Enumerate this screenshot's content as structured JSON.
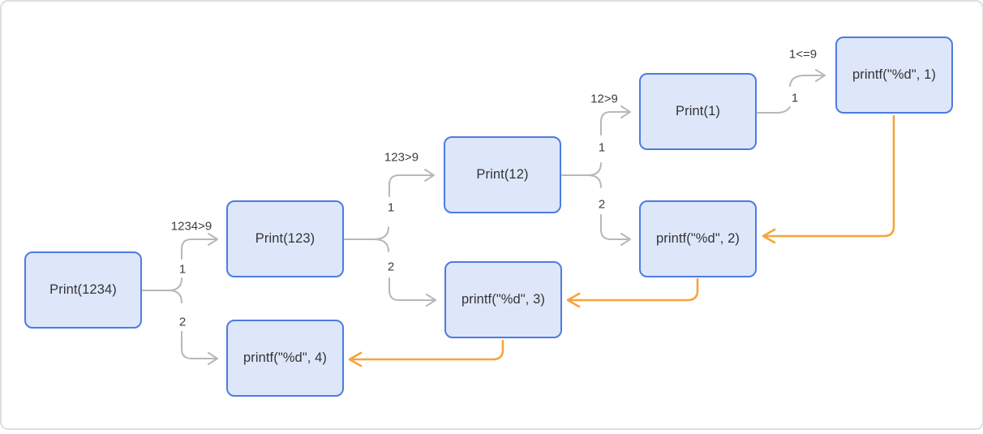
{
  "diagram": {
    "description": "Recursion trace of Print(1234) digit-printing function",
    "nodes": [
      {
        "id": "print-1234",
        "label": "Print(1234)"
      },
      {
        "id": "print-123",
        "label": "Print(123)"
      },
      {
        "id": "printf-4",
        "label": "printf(\"%d\", 4)"
      },
      {
        "id": "print-12",
        "label": "Print(12)"
      },
      {
        "id": "printf-3",
        "label": "printf(\"%d\", 3)"
      },
      {
        "id": "print-1",
        "label": "Print(1)"
      },
      {
        "id": "printf-2",
        "label": "printf(\"%d\", 2)"
      },
      {
        "id": "printf-1",
        "label": "printf(\"%d\", 1)"
      }
    ],
    "conditions": [
      {
        "text": "1234>9"
      },
      {
        "text": "123>9"
      },
      {
        "text": "12>9"
      },
      {
        "text": "1<=9"
      }
    ],
    "steps": {
      "one": "1",
      "two": "2"
    },
    "colors": {
      "node_fill": "#dee6f9",
      "node_border": "#4c7ce2",
      "edge_gray": "#b8b8ba",
      "edge_orange": "#f6a43c",
      "text": "#333436",
      "card_border": "#dfdfe4"
    }
  }
}
